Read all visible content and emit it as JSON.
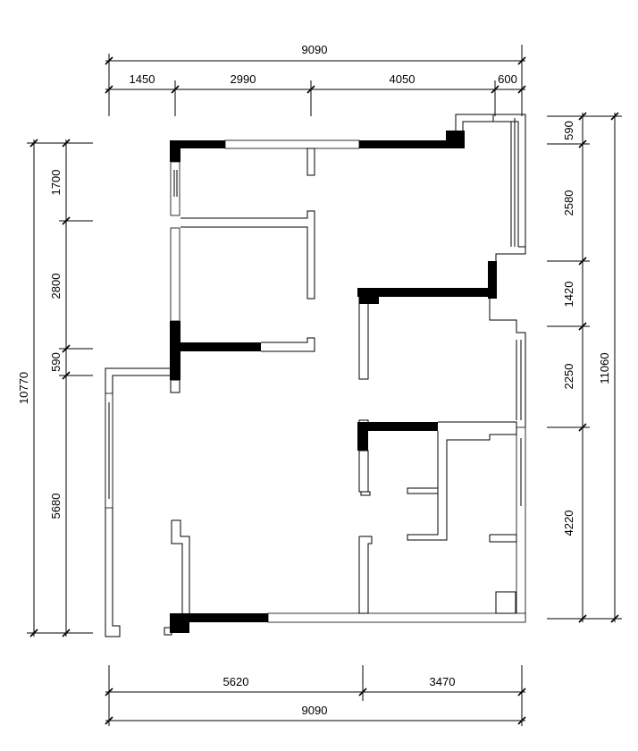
{
  "dimensions": {
    "top_total": "9090",
    "top_1": "1450",
    "top_2": "2990",
    "top_3": "4050",
    "top_4": "600",
    "bottom_1": "5620",
    "bottom_2": "3470",
    "bottom_total": "9090",
    "left_total": "10770",
    "left_1": "1700",
    "left_2": "2800",
    "left_3": "590",
    "left_4": "5680",
    "right_total": "11060",
    "right_1": "590",
    "right_2": "2580",
    "right_3": "1420",
    "right_4": "2250",
    "right_5": "4220"
  }
}
